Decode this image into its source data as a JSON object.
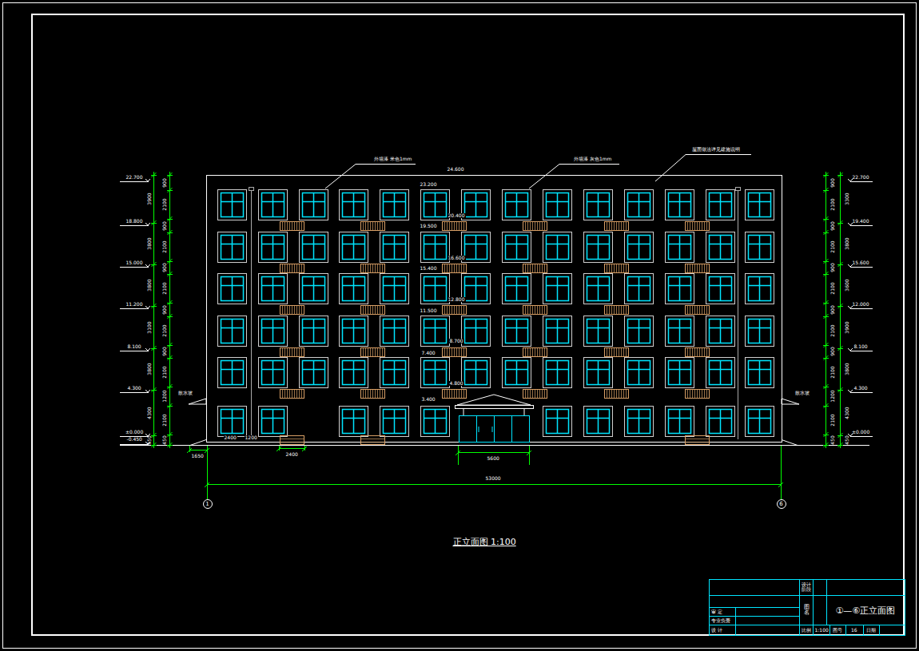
{
  "diagram": {
    "title": "正立面图 1:100",
    "nodes": [
      {
        "text": [
          "1"
        ]
      },
      {
        "text": [
          "6"
        ]
      }
    ],
    "labels": [
      "外墙漆 米色1mm",
      "外墙漆 灰色1mm",
      "屋面做法详见建施说明",
      "24.600",
      "23.200",
      "19.500",
      "15.400",
      "11.500",
      "7.400",
      "3.400",
      "20.400",
      "16.600",
      "12.800",
      "8.700",
      "4.800",
      "22.700",
      "18.800",
      "15.000",
      "11.200",
      "8.100",
      "4.300",
      "±0.000",
      "-0.450",
      "22.700",
      "19.400",
      "15.600",
      "12.000",
      "8.100",
      "4.300",
      "±0.000",
      "900",
      "2100",
      "900",
      "2100",
      "900",
      "2100",
      "900",
      "2100",
      "900",
      "2100",
      "1200",
      "2100",
      "450",
      "3900",
      "3800",
      "3800",
      "3100",
      "3800",
      "4300",
      "450",
      "900",
      "2100",
      "900",
      "2100",
      "900",
      "2100",
      "900",
      "2100",
      "900",
      "2100",
      "1200",
      "2100",
      "450",
      "3300",
      "3800",
      "3600",
      "3900",
      "3800",
      "4300",
      "450",
      "1650",
      "2400",
      "1200",
      "2400",
      "5600",
      "53000",
      "散水坡",
      "散水坡",
      "审 定",
      "专业负责",
      "设 计",
      "设计阶段",
      "图名",
      "①—⑥正立面图",
      "比例",
      "1:100",
      "图号",
      "16",
      "日期"
    ]
  }
}
